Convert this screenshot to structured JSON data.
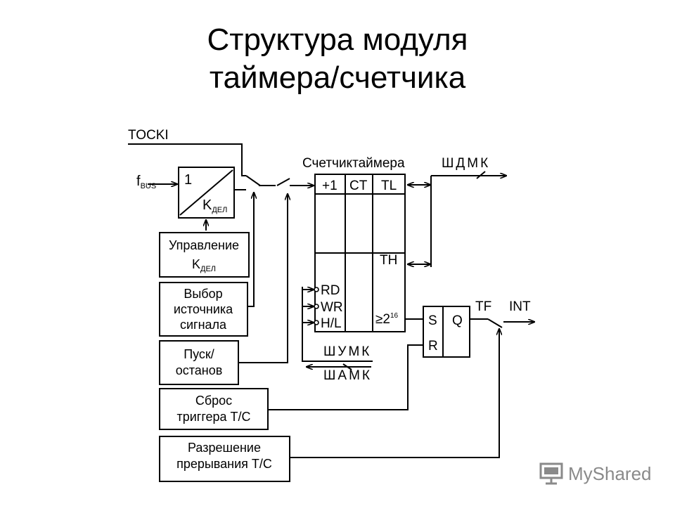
{
  "title": {
    "line1": "Структура модуля",
    "line2": "таймера/счетчика"
  },
  "diagram": {
    "tocki": "TOCKI",
    "fbus_main": "f",
    "fbus_sub": "BUS",
    "prescaler_one": "1",
    "prescaler_k": "K",
    "prescaler_k_sub": "ДЕЛ",
    "counter_title": "Счетчиктаймера",
    "cell_plus1": "+1",
    "cell_ct": "CT",
    "cell_tl": "TL",
    "cell_th": "TH",
    "cell_rd": "RD",
    "cell_wr": "WR",
    "cell_hl": "H/L",
    "cell_pow_base": "≥2",
    "cell_pow_exp": "16",
    "bus_data": "ШДМК",
    "bus_control": "ШУМК",
    "bus_address": "ШАМК",
    "flip_s": "S",
    "flip_r": "R",
    "flip_q": "Q",
    "tf": "TF",
    "int": "INT",
    "box_control_line1": "Управление",
    "box_control_line2": "K",
    "box_control_line2_sub": "ДЕЛ",
    "box_source_line1": "Выбор",
    "box_source_line2": "источника",
    "box_source_line3": "сигнала",
    "box_start_line1": "Пуск/",
    "box_start_line2": "останов",
    "box_reset_line1": "Сброс",
    "box_reset_line2": "триггера Т/С",
    "box_irq_line1": "Разрешение",
    "box_irq_line2": "прерывания Т/С"
  },
  "watermark": {
    "brand": "MyShared",
    "icon": "projector-screen-icon"
  }
}
